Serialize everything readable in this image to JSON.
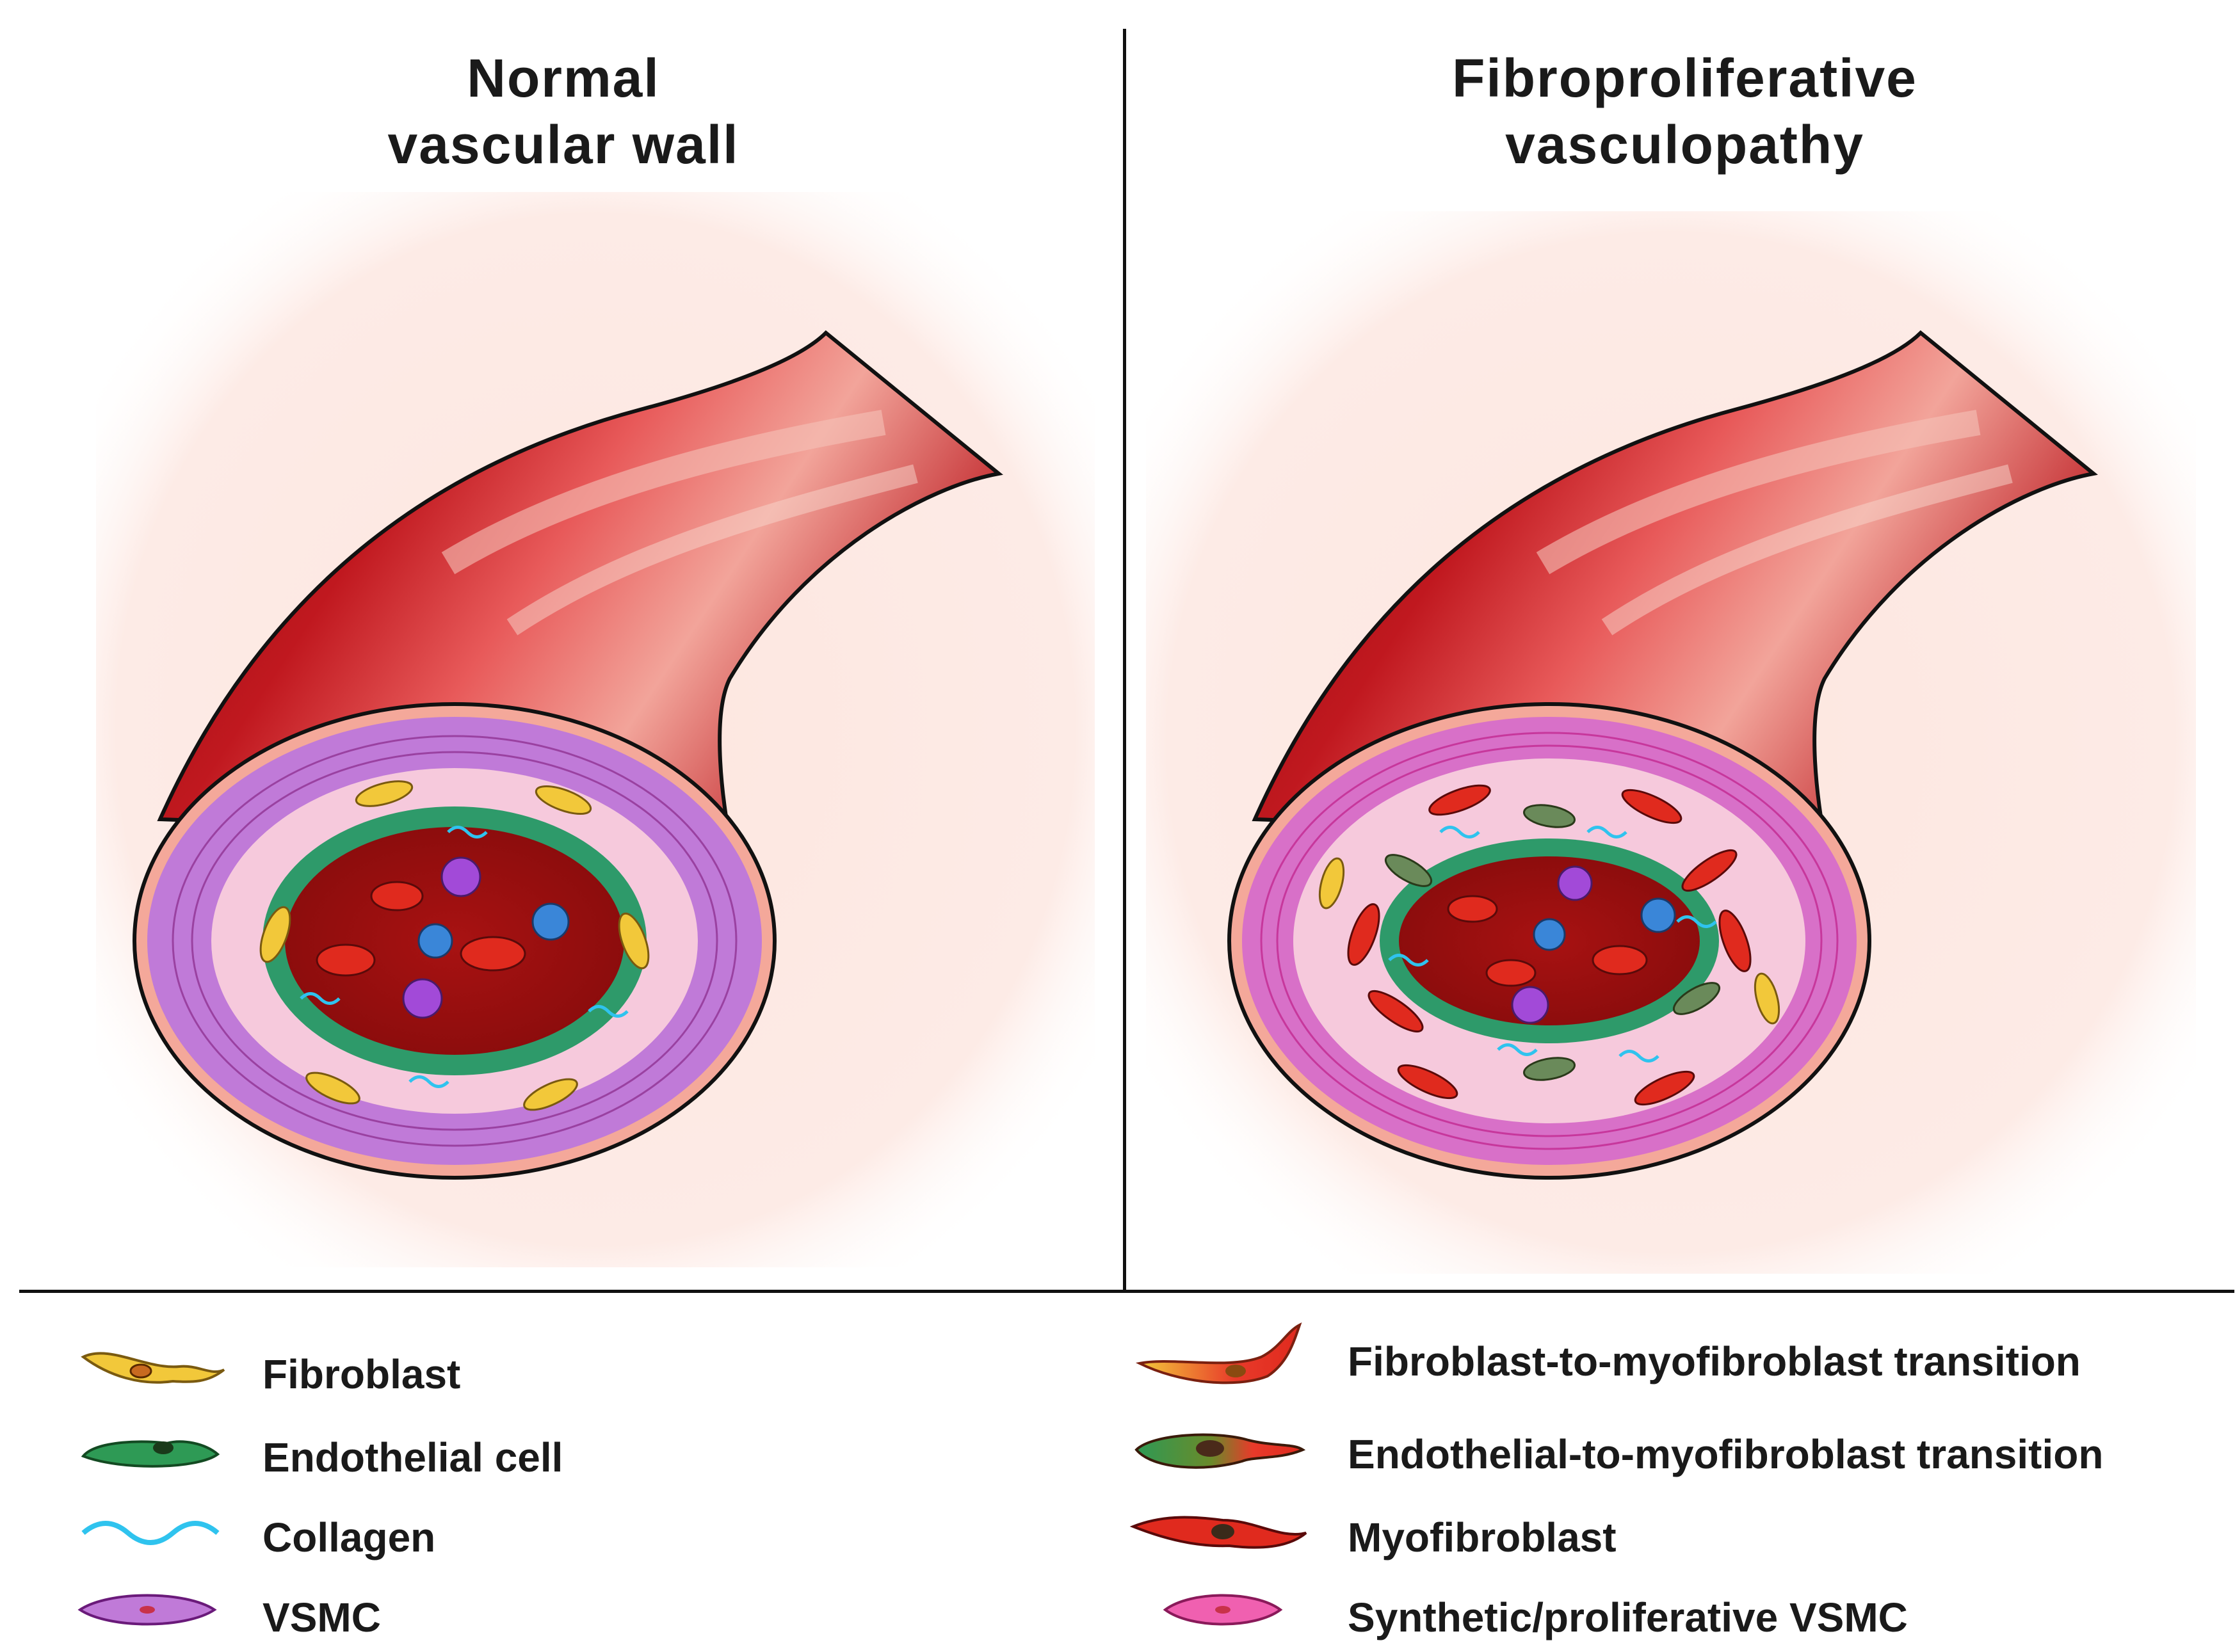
{
  "panels": {
    "left": {
      "title_line1": "Normal",
      "title_line2": "vascular wall"
    },
    "right": {
      "title_line1": "Fibroproliferative",
      "title_line2": "vasculopathy"
    }
  },
  "legend": {
    "left_items": [
      {
        "label": "Fibroblast",
        "icon": "fibroblast-icon",
        "color": "#f2c83a"
      },
      {
        "label": "Endothelial cell",
        "icon": "endothelial-cell-icon",
        "color": "#2e9a55"
      },
      {
        "label": "Collagen",
        "icon": "collagen-icon",
        "color": "#2fc3ee"
      },
      {
        "label": "VSMC",
        "icon": "vsmc-icon",
        "color": "#c07ad8"
      }
    ],
    "right_items": [
      {
        "label": "Fibroblast-to-myofibroblast transition",
        "icon": "fibroblast-to-myofibroblast-icon",
        "color": "#e83a2a"
      },
      {
        "label": "Endothelial-to-myofibroblast transition",
        "icon": "endothelial-to-myofibroblast-icon",
        "color": "#d94a2a"
      },
      {
        "label": "Myofibroblast",
        "icon": "myofibroblast-icon",
        "color": "#e02a1e"
      },
      {
        "label": "Synthetic/proliferative VSMC",
        "icon": "synthetic-vsmc-icon",
        "color": "#f060b0"
      }
    ]
  },
  "colors": {
    "background_tint": "#fde8e2",
    "vessel_red": "#b3121a",
    "lumen": "#9b1010",
    "wall_pink": "#f3c7dc",
    "vsmc_purple": "#c07ad8"
  }
}
